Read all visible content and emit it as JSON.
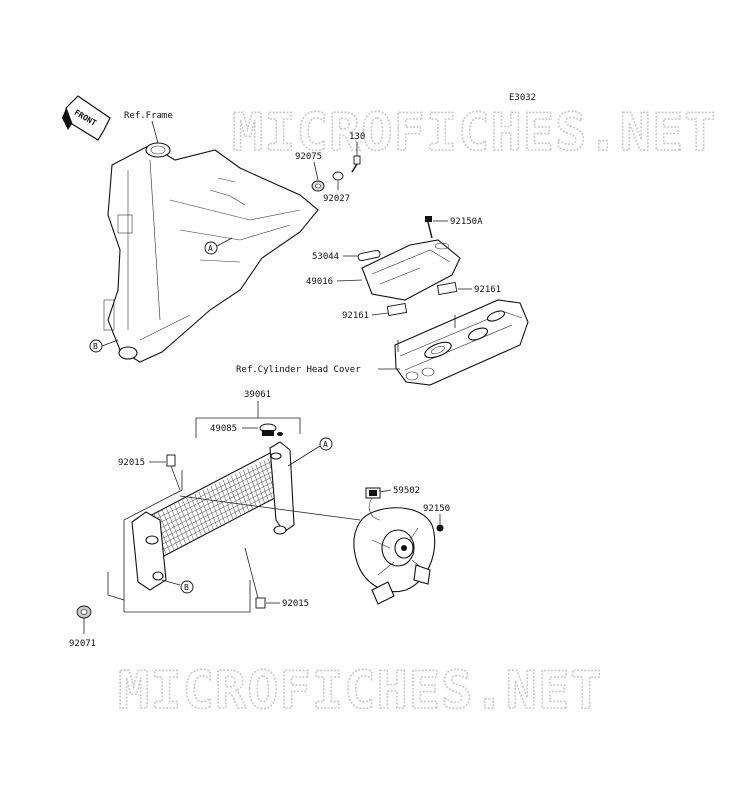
{
  "diagram_code": "E3032",
  "front_arrow_label": "FRONT",
  "watermarks": [
    "MICROFICHES.NET",
    "MICROFICHES.NET"
  ],
  "references": {
    "frame": "Ref.Frame",
    "cylinder_head_cover": "Ref.Cylinder Head Cover"
  },
  "parts": {
    "p130": "130",
    "p92075": "92075",
    "p92027": "92027",
    "p92150A": "92150A",
    "p53044": "53044",
    "p49016": "49016",
    "p92161a": "92161",
    "p92161b": "92161",
    "p39061": "39061",
    "p49085": "49085",
    "p92015a": "92015",
    "p92015b": "92015",
    "p59502": "59502",
    "p92150": "92150",
    "p92071": "92071"
  },
  "markers": {
    "A": "A",
    "B": "B"
  }
}
